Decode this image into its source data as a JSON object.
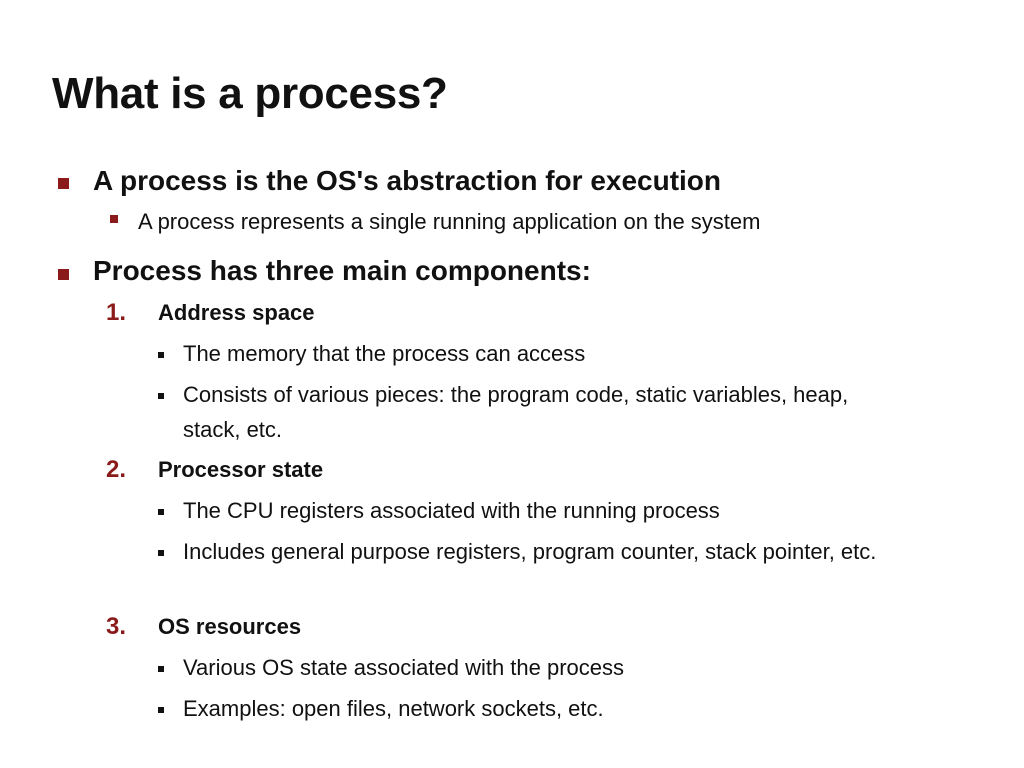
{
  "slide": {
    "title": "What is a process?",
    "bullet_color": "#8b1a1a",
    "items": [
      {
        "text": "A process is the OS's abstraction for execution",
        "sub": [
          "A process represents a single running application on the system"
        ]
      },
      {
        "text": "Process has three main components:",
        "components": [
          {
            "number": "1.",
            "heading": "Address space",
            "points": [
              "The memory that the process can access",
              "Consists of various pieces: the program code, static variables, heap, stack, etc."
            ]
          },
          {
            "number": "2.",
            "heading": "Processor state",
            "points": [
              "The CPU registers associated with the running process",
              "Includes general purpose registers, program counter, stack pointer, etc."
            ]
          },
          {
            "number": "3.",
            "heading": "OS resources",
            "points": [
              "Various OS state associated with the process",
              "Examples: open files, network sockets, etc."
            ]
          }
        ]
      }
    ]
  }
}
